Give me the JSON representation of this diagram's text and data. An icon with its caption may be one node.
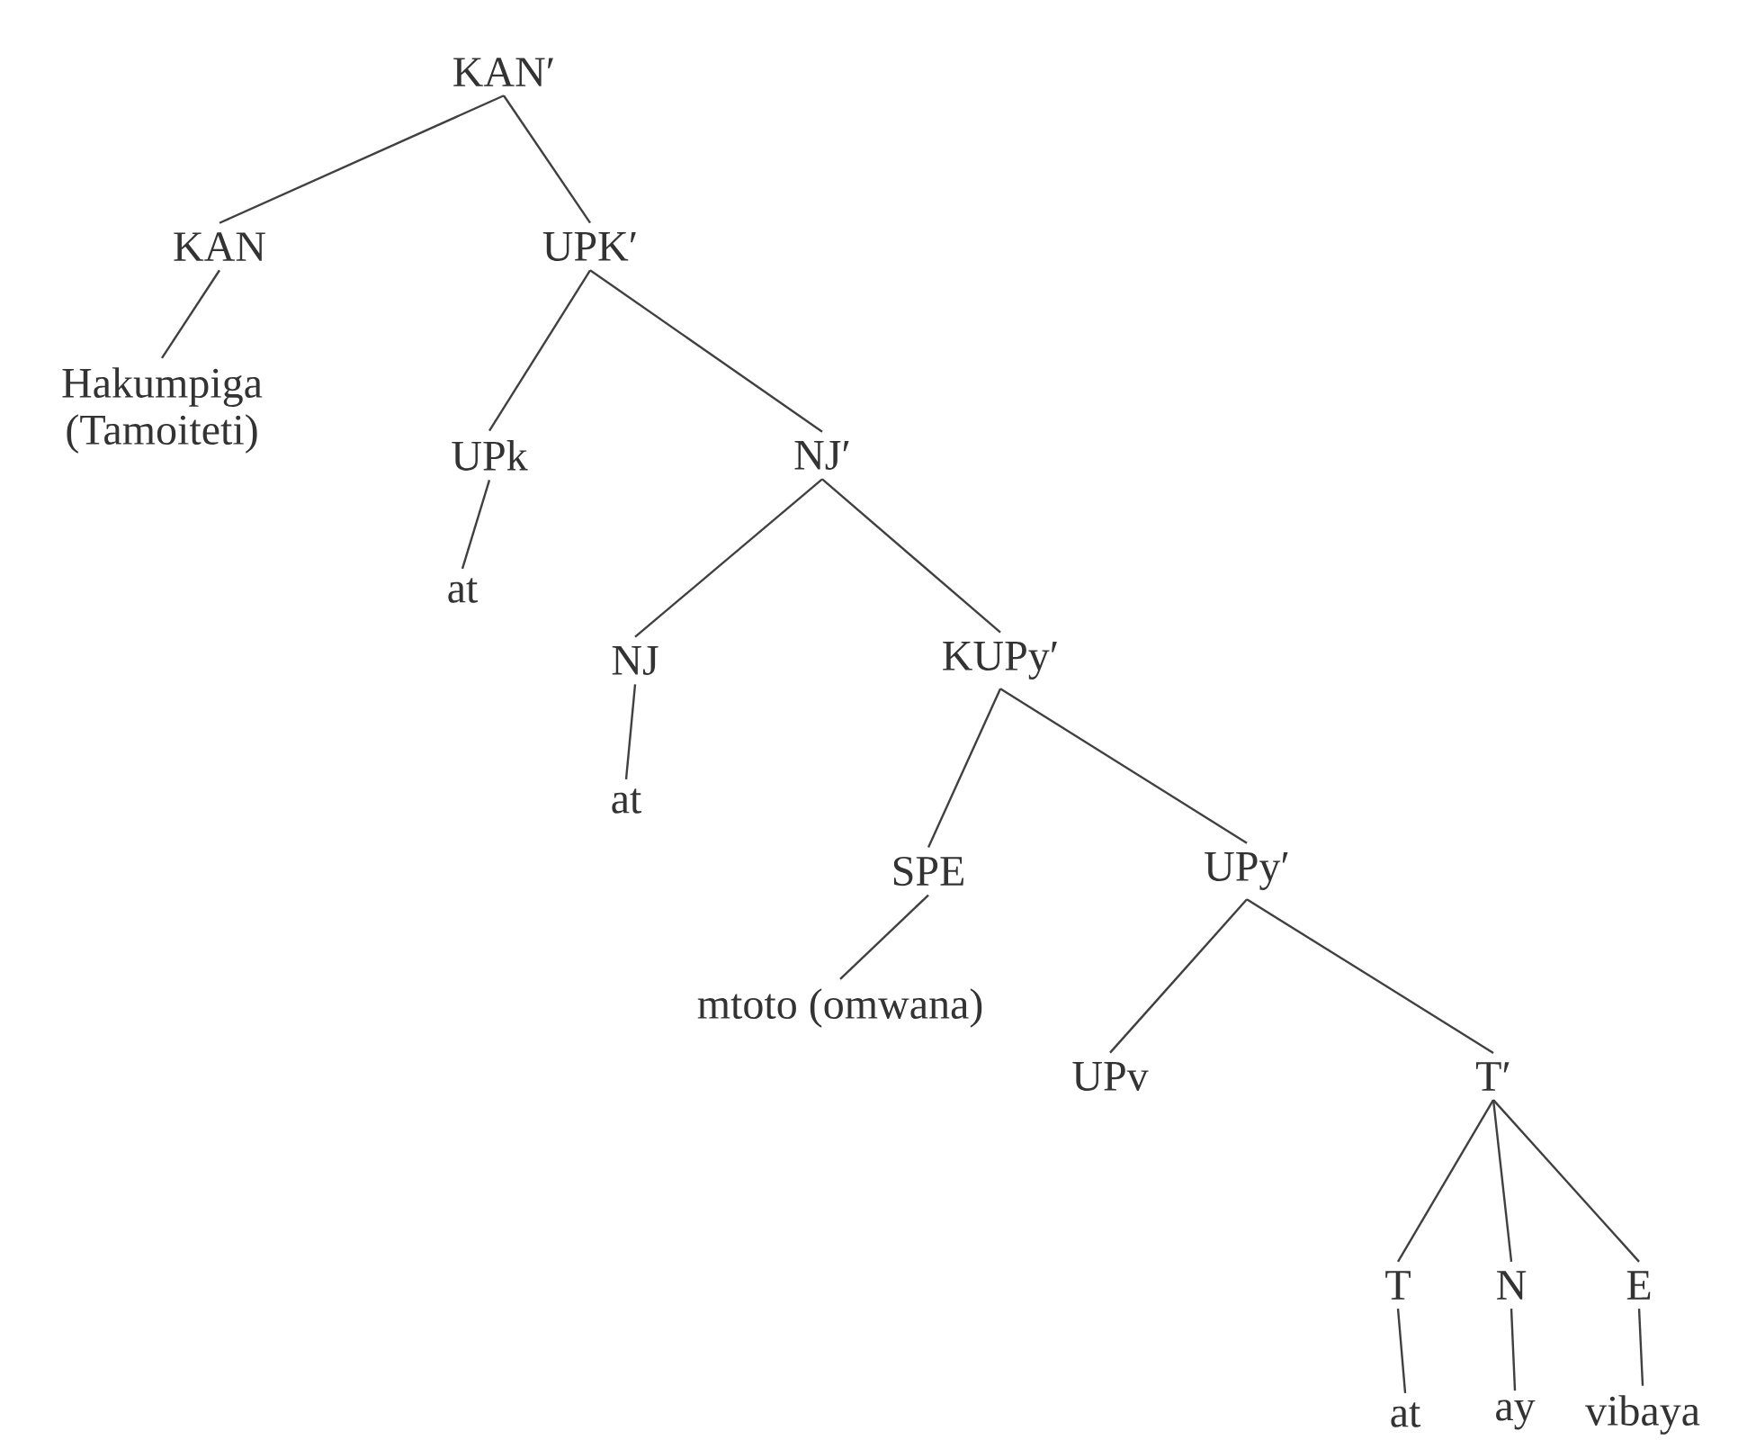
{
  "diagram": {
    "nodes": [
      {
        "text": [
          "KAN′"
        ]
      },
      {
        "text": [
          "KAN"
        ]
      },
      {
        "text": [
          "UPK′"
        ]
      },
      {
        "text": [
          "Hakumpiga (Tamoiteti)"
        ]
      },
      {
        "text": [
          "UPk"
        ]
      },
      {
        "text": [
          "NJ′"
        ]
      },
      {
        "text": [
          "at"
        ]
      },
      {
        "text": [
          "NJ"
        ]
      },
      {
        "text": [
          "KUPy′"
        ]
      },
      {
        "text": [
          "at"
        ]
      },
      {
        "text": [
          "SPE"
        ]
      },
      {
        "text": [
          "UPy′"
        ]
      },
      {
        "text": [
          "mtoto (omwana)"
        ]
      },
      {
        "text": [
          "UPv"
        ]
      },
      {
        "text": [
          "T′"
        ]
      },
      {
        "text": [
          "T"
        ]
      },
      {
        "text": [
          "N"
        ]
      },
      {
        "text": [
          "E"
        ]
      },
      {
        "text": [
          "at"
        ]
      },
      {
        "text": [
          "ay"
        ]
      },
      {
        "text": [
          "vibaya"
        ]
      }
    ],
    "edges": [
      {
        "from": 0,
        "to": 1,
        "arrow": "none"
      },
      {
        "from": 0,
        "to": 2,
        "arrow": "none"
      },
      {
        "from": 1,
        "to": 3,
        "arrow": "none"
      },
      {
        "from": 2,
        "to": 4,
        "arrow": "none"
      },
      {
        "from": 2,
        "to": 5,
        "arrow": "none"
      },
      {
        "from": 4,
        "to": 6,
        "arrow": "none"
      },
      {
        "from": 5,
        "to": 7,
        "arrow": "none"
      },
      {
        "from": 5,
        "to": 8,
        "arrow": "none"
      },
      {
        "from": 7,
        "to": 9,
        "arrow": "none"
      },
      {
        "from": 8,
        "to": 10,
        "arrow": "none"
      },
      {
        "from": 8,
        "to": 11,
        "arrow": "none"
      },
      {
        "from": 10,
        "to": 12,
        "arrow": "none"
      },
      {
        "from": 11,
        "to": 13,
        "arrow": "none"
      },
      {
        "from": 11,
        "to": 14,
        "arrow": "none"
      },
      {
        "from": 14,
        "to": 15,
        "arrow": "none"
      },
      {
        "from": 14,
        "to": 16,
        "arrow": "none"
      },
      {
        "from": 14,
        "to": 17,
        "arrow": "none"
      },
      {
        "from": 15,
        "to": 18,
        "arrow": "none"
      },
      {
        "from": 16,
        "to": 19,
        "arrow": "none"
      },
      {
        "from": 17,
        "to": 20,
        "arrow": "none"
      }
    ]
  }
}
